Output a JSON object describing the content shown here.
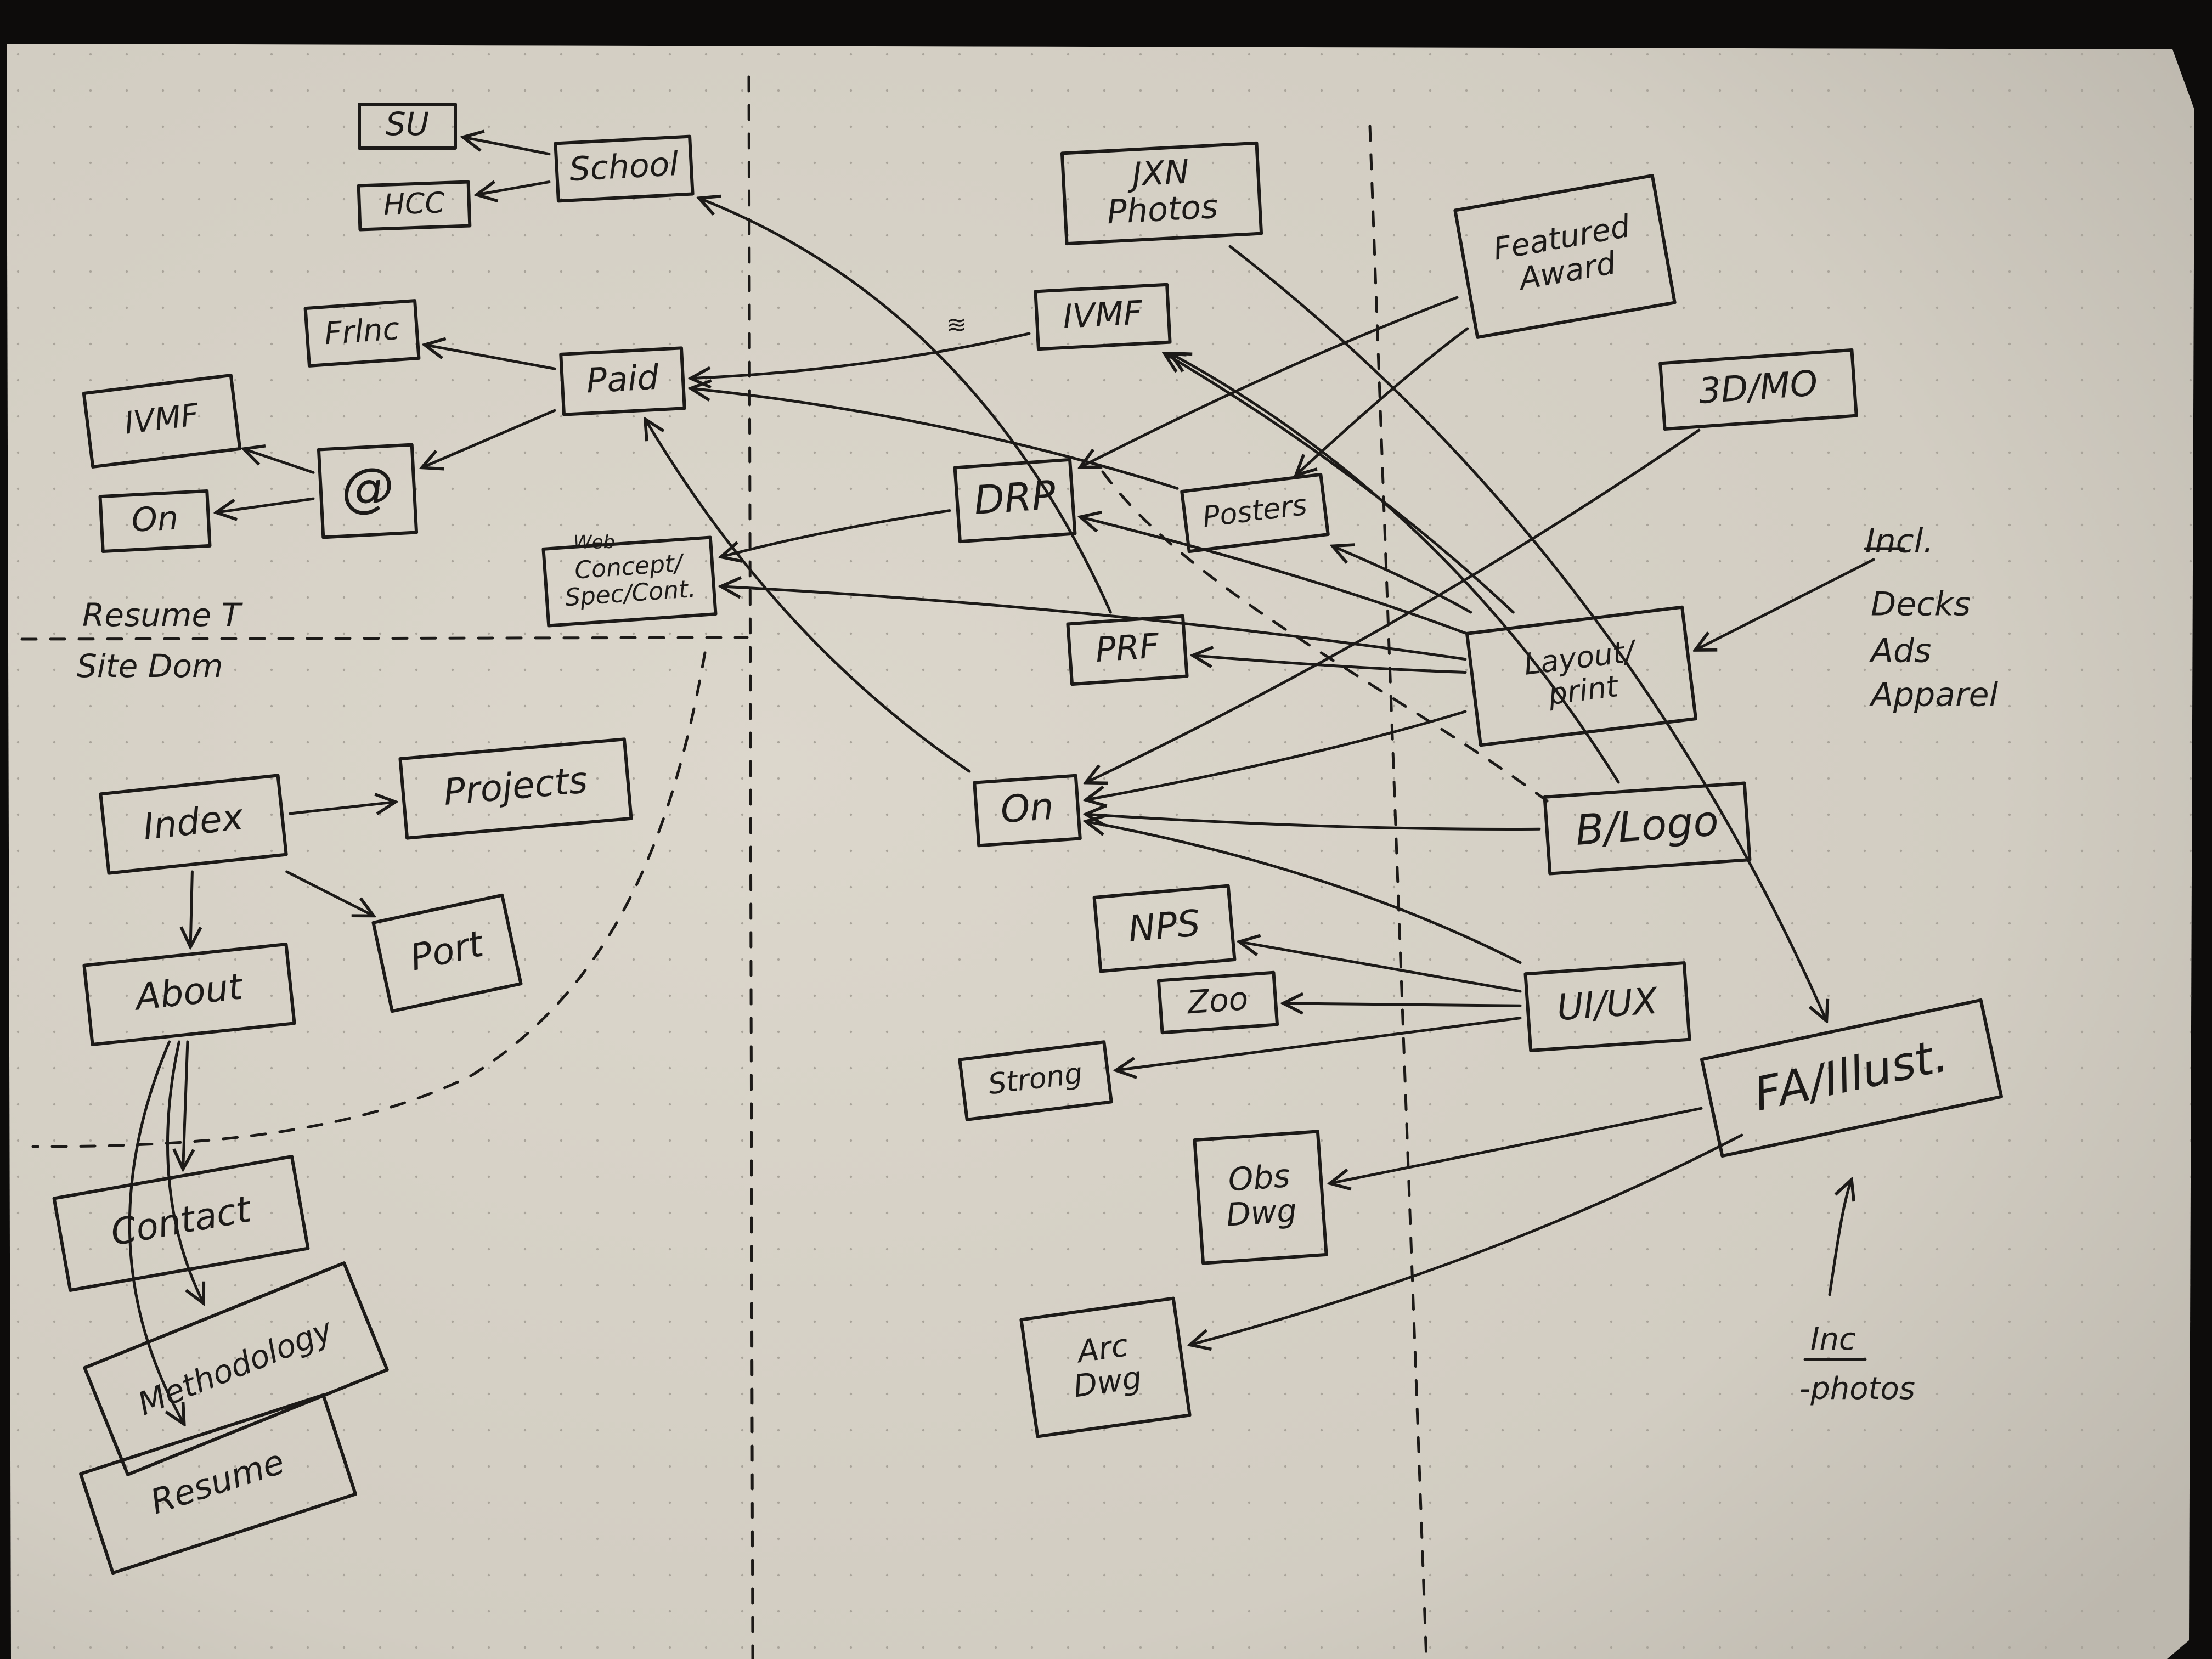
{
  "nodes": [
    {
      "id": "su",
      "label": "SU"
    },
    {
      "id": "hcc",
      "label": "HCC"
    },
    {
      "id": "school",
      "label": "School"
    },
    {
      "id": "frlnc",
      "label": "Frlnc"
    },
    {
      "id": "paid",
      "label": "Paid"
    },
    {
      "id": "ivmf_left",
      "label": "IVMF"
    },
    {
      "id": "at",
      "label": "@"
    },
    {
      "id": "on_left",
      "label": "On"
    },
    {
      "id": "concept",
      "label": "Concept/ Spec/Cont."
    },
    {
      "id": "jxn",
      "label": "JXN Photos"
    },
    {
      "id": "featured",
      "label": "Featured Award"
    },
    {
      "id": "ivmf_right",
      "label": "IVMF"
    },
    {
      "id": "threed",
      "label": "3D/MO"
    },
    {
      "id": "drp",
      "label": "DRP"
    },
    {
      "id": "posters",
      "label": "Posters"
    },
    {
      "id": "prf",
      "label": "PRF"
    },
    {
      "id": "layout",
      "label": "Layout/ print"
    },
    {
      "id": "on_mid",
      "label": "On"
    },
    {
      "id": "blogo",
      "label": "B/Logo"
    },
    {
      "id": "nps",
      "label": "NPS"
    },
    {
      "id": "zoo",
      "label": "Zoo"
    },
    {
      "id": "uiux",
      "label": "UI/UX"
    },
    {
      "id": "strong",
      "label": "Strong"
    },
    {
      "id": "fa",
      "label": "FA/Illust."
    },
    {
      "id": "obs",
      "label": "Obs Dwg"
    },
    {
      "id": "arc",
      "label": "Arc Dwg"
    },
    {
      "id": "index",
      "label": "Index"
    },
    {
      "id": "projects",
      "label": "Projects"
    },
    {
      "id": "port",
      "label": "Port"
    },
    {
      "id": "about",
      "label": "About"
    },
    {
      "id": "contact",
      "label": "Contact"
    },
    {
      "id": "methodology",
      "label": "Methodology"
    },
    {
      "id": "resume",
      "label": "Resume"
    }
  ],
  "edges": [
    {
      "from": "school",
      "to": "su"
    },
    {
      "from": "school",
      "to": "hcc"
    },
    {
      "from": "paid",
      "to": "frlnc"
    },
    {
      "from": "paid",
      "to": "at"
    },
    {
      "from": "at",
      "to": "ivmf_left"
    },
    {
      "from": "at",
      "to": "on_left"
    },
    {
      "from": "ivmf_right",
      "to": "paid"
    },
    {
      "from": "posters",
      "to": "paid"
    },
    {
      "from": "on_mid",
      "to": "paid"
    },
    {
      "from": "prf",
      "to": "school"
    },
    {
      "from": "drp",
      "to": "concept"
    },
    {
      "from": "layout",
      "to": "concept"
    },
    {
      "from": "featured",
      "to": "drp"
    },
    {
      "from": "featured",
      "to": "posters"
    },
    {
      "from": "jxn",
      "to": "fa"
    },
    {
      "from": "layout",
      "to": "ivmf_right"
    },
    {
      "from": "blogo",
      "to": "ivmf_right"
    },
    {
      "from": "layout",
      "to": "drp"
    },
    {
      "from": "layout",
      "to": "posters"
    },
    {
      "from": "layout",
      "to": "prf"
    },
    {
      "from": "layout",
      "to": "on_mid"
    },
    {
      "from": "threed",
      "to": "on_mid"
    },
    {
      "from": "blogo",
      "to": "on_mid"
    },
    {
      "from": "uiux",
      "to": "on_mid"
    },
    {
      "from": "uiux",
      "to": "nps"
    },
    {
      "from": "uiux",
      "to": "zoo"
    },
    {
      "from": "uiux",
      "to": "strong"
    },
    {
      "from": "fa",
      "to": "obs"
    },
    {
      "from": "fa",
      "to": "arc"
    },
    {
      "from": "index",
      "to": "projects"
    },
    {
      "from": "index",
      "to": "port"
    },
    {
      "from": "index",
      "to": "about"
    },
    {
      "from": "about",
      "to": "contact"
    },
    {
      "from": "about",
      "to": "methodology"
    },
    {
      "from": "about",
      "to": "resume"
    }
  ],
  "notes": {
    "resume_section": "Resume T",
    "site_section": "Site Dom",
    "incl_heading": "Incl.",
    "incl_items": [
      "Decks",
      "Ads",
      "Apparel"
    ],
    "inc_heading": "Inc",
    "inc_item": "-photos",
    "concept_prefix": "Web"
  },
  "colors": {
    "ink": "#1c1a18",
    "paper": "#d6d1c6",
    "background": "#0d0c0b"
  }
}
